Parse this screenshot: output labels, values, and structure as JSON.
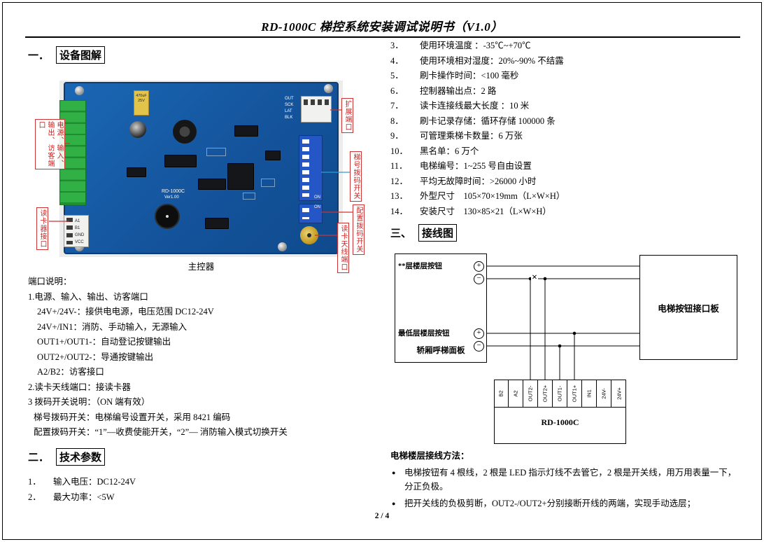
{
  "title": "RD-1000C 梯控系统安装调试说明书（V1.0）",
  "footer": {
    "page": "2 / 4"
  },
  "sections": {
    "s1_prefix": "一．",
    "s1": "设备图解",
    "s2_prefix": "二．",
    "s2": "技术参数",
    "s3_prefix": "三、",
    "s3": "接线图"
  },
  "pcb": {
    "caption": "主控器",
    "silkscreen_model": "RD-1000C",
    "silkscreen_ver": "Ver1.00",
    "cap_label1": "470uF",
    "cap_label2": "25V",
    "dip_on": "ON",
    "conn_pins": [
      "OUT",
      "SCK",
      "LAT",
      "BLK"
    ],
    "reader_pins": [
      "A1",
      "B1",
      "GND",
      "VCC"
    ],
    "annotations": {
      "power_port": "电源、输入、输出、访客端口",
      "reader_port": "读卡器接口",
      "expand_port": "扩展端口",
      "dip_elevator": "梯号拨码开关",
      "dip_config": "配置拨码开关",
      "antenna_port": "读卡天线端口"
    }
  },
  "port_desc": {
    "title": "端口说明：",
    "lines": [
      "1.电源、输入、输出、访客端口",
      "24V+/24V-：接供电电源，电压范围 DC12-24V",
      "24V+/IN1：消防、手动输入，无源输入",
      "OUT1+/OUT1-：自动登记按键输出",
      "OUT2+/OUT2-：导通按键输出",
      "A2/B2：访客接口",
      "2.读卡天线端口：接读卡器",
      "3 拨码开关说明：（ON 端有效）",
      "梯号拨码开关：电梯编号设置开关，采用 8421 编码",
      "配置拨码开关：“1”—收费使能开关，“2”— 消防输入模式切换开关"
    ]
  },
  "tech": {
    "items": [
      {
        "n": "1．",
        "t": "输入电压：DC12-24V"
      },
      {
        "n": "2．",
        "t": "最大功率：<5W"
      }
    ]
  },
  "specs": [
    {
      "n": "3．",
      "t": "使用环境温度 ：-35℃~+70℃"
    },
    {
      "n": "4．",
      "t": "使用环境相对湿度：20%~90% 不结露"
    },
    {
      "n": "5．",
      "t": "刷卡操作时间：<100 毫秒"
    },
    {
      "n": "6．",
      "t": "控制器输出点：2 路"
    },
    {
      "n": "7．",
      "t": "读卡连接线最大长度 ：10 米"
    },
    {
      "n": "8．",
      "t": "刷卡记录存储：循环存储 100000 条"
    },
    {
      "n": "9．",
      "t": "可管理乘梯卡数量：6 万张"
    },
    {
      "n": "10．",
      "t": "黑名单：6 万个"
    },
    {
      "n": "11．",
      "t": "电梯编号：1~255 号自由设置"
    },
    {
      "n": "12．",
      "t": "平均无故障时间：>26000 小时"
    },
    {
      "n": "13．",
      "t": "外型尺寸　105×70×19mm（L×W×H）"
    },
    {
      "n": "14．",
      "t": "安装尺寸　130×85×21（L×W×H）"
    }
  ],
  "diagram": {
    "floor_button_label": "**层楼层按钮",
    "lowest_button_label": "最低层楼层按钮",
    "panel_name": "轿厢呼梯面板",
    "interface_board": "电梯按钮接口板",
    "controller": "RD-1000C",
    "terminals": [
      "B2",
      "A2",
      "OUT2-",
      "OUT2+",
      "OUT1-",
      "OUT1+",
      "IN1",
      "24V-",
      "24V+"
    ],
    "plus": "+",
    "minus": "−",
    "cut_mark": "×"
  },
  "wiring": {
    "title": "电梯楼层接线方法：",
    "bullets": [
      "电梯按钮有 4 根线，2 根是 LED 指示灯线不去管它，2 根是开关线，用万用表量一下，分正负极。",
      "把开关线的负极剪断，OUT2-/OUT2+分别接断开线的两端，实现手动选层；"
    ]
  }
}
